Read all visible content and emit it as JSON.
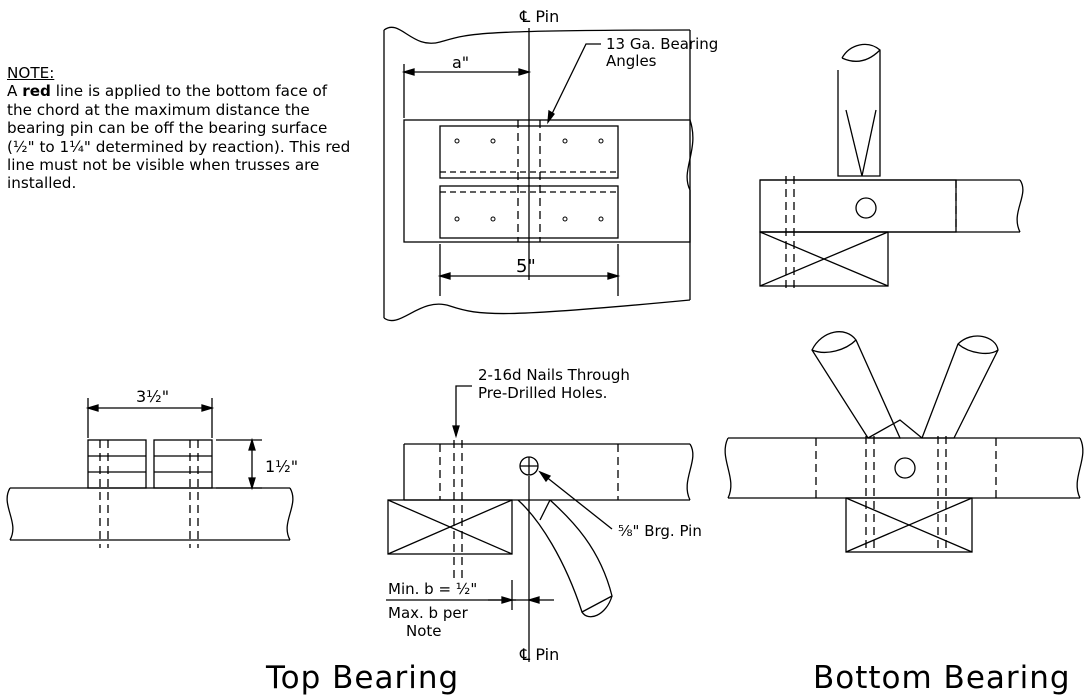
{
  "note": {
    "title": "NOTE:",
    "text_prefix": "A ",
    "text_bold": "red",
    "text_rest": " line is applied to the bottom face of the chord at the maximum distance the bearing pin can be off the bearing surface (½\" to 1¼\" determined by reaction).  This red line must not be visible when trusses are installed."
  },
  "labels": {
    "pin_centerline_top": "℄ Pin",
    "bearing_angles": "13 Ga. Bearing",
    "bearing_angles_2": "Angles",
    "dim_a": "a\"",
    "dim_5": "5\"",
    "dim_3_5": "3½\"",
    "dim_1_5": "1½\"",
    "nails_1": "2-16d Nails Through",
    "nails_2": "Pre-Drilled Holes.",
    "brg_pin": "⅝\" Brg. Pin",
    "min_b": "Min. b = ½\"",
    "max_b_1": "Max. b per",
    "max_b_2": "Note",
    "pin_centerline_bottom": "℄ Pin"
  },
  "captions": {
    "top_bearing": "Top Bearing",
    "bottom_bearing": "Bottom Bearing"
  }
}
